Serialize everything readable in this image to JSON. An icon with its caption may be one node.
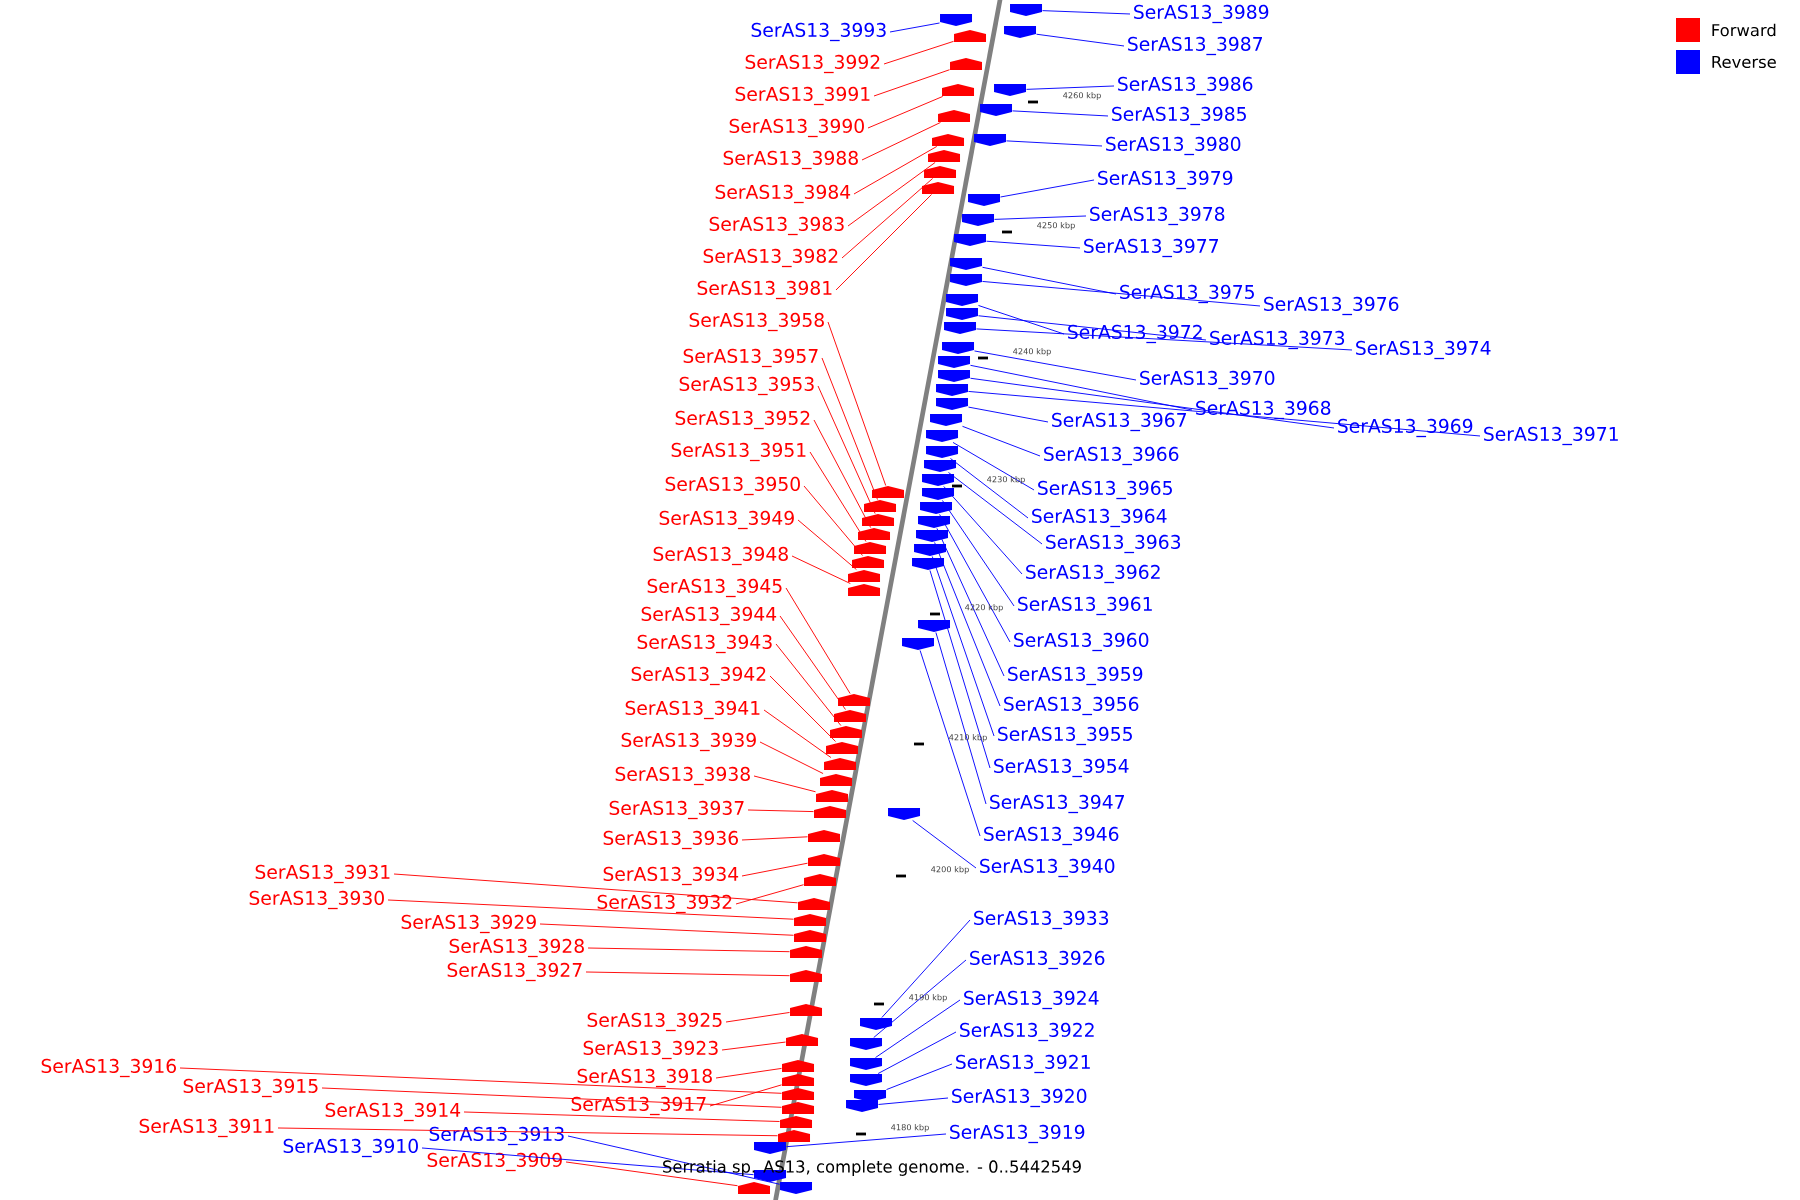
{
  "diagram": {
    "title": "Serratia sp. AS13, complete genome. - 0..5442549",
    "nodes": [
      {
        "text": [
          "SerAS13_3992"
        ]
      },
      {
        "text": [
          "SerAS13_3991"
        ]
      },
      {
        "text": [
          "SerAS13_3990"
        ]
      },
      {
        "text": [
          "SerAS13_3988"
        ]
      },
      {
        "text": [
          "SerAS13_3984"
        ]
      },
      {
        "text": [
          "SerAS13_3983"
        ]
      },
      {
        "text": [
          "SerAS13_3982"
        ]
      },
      {
        "text": [
          "SerAS13_3981"
        ]
      },
      {
        "text": [
          "SerAS13_3958"
        ]
      },
      {
        "text": [
          "SerAS13_3957"
        ]
      },
      {
        "text": [
          "SerAS13_3953"
        ]
      },
      {
        "text": [
          "SerAS13_3952"
        ]
      },
      {
        "text": [
          "SerAS13_3951"
        ]
      },
      {
        "text": [
          "SerAS13_3950"
        ]
      },
      {
        "text": [
          "SerAS13_3949"
        ]
      },
      {
        "text": [
          "SerAS13_3948"
        ]
      },
      {
        "text": [
          "SerAS13_3945"
        ]
      },
      {
        "text": [
          "SerAS13_3944"
        ]
      },
      {
        "text": [
          "SerAS13_3943"
        ]
      },
      {
        "text": [
          "SerAS13_3942"
        ]
      },
      {
        "text": [
          "SerAS13_3941"
        ]
      },
      {
        "text": [
          "SerAS13_3939"
        ]
      },
      {
        "text": [
          "SerAS13_3938"
        ]
      },
      {
        "text": [
          "SerAS13_3937"
        ]
      },
      {
        "text": [
          "SerAS13_3936"
        ]
      },
      {
        "text": [
          "SerAS13_3934"
        ]
      },
      {
        "text": [
          "SerAS13_3932"
        ]
      },
      {
        "text": [
          "SerAS13_3931"
        ]
      },
      {
        "text": [
          "SerAS13_3930"
        ]
      },
      {
        "text": [
          "SerAS13_3929"
        ]
      },
      {
        "text": [
          "SerAS13_3928"
        ]
      },
      {
        "text": [
          "SerAS13_3927"
        ]
      },
      {
        "text": [
          "SerAS13_3925"
        ]
      },
      {
        "text": [
          "SerAS13_3923"
        ]
      },
      {
        "text": [
          "SerAS13_3918"
        ]
      },
      {
        "text": [
          "SerAS13_3917"
        ]
      },
      {
        "text": [
          "SerAS13_3916"
        ]
      },
      {
        "text": [
          "SerAS13_3915"
        ]
      },
      {
        "text": [
          "SerAS13_3914"
        ]
      },
      {
        "text": [
          "SerAS13_3911"
        ]
      },
      {
        "text": [
          "SerAS13_3909"
        ]
      },
      {
        "text": [
          "SerAS13_3993"
        ]
      },
      {
        "text": [
          "SerAS13_3989"
        ]
      },
      {
        "text": [
          "SerAS13_3987"
        ]
      },
      {
        "text": [
          "SerAS13_3986"
        ]
      },
      {
        "text": [
          "SerAS13_3985"
        ]
      },
      {
        "text": [
          "SerAS13_3980"
        ]
      },
      {
        "text": [
          "SerAS13_3979"
        ]
      },
      {
        "text": [
          "SerAS13_3978"
        ]
      },
      {
        "text": [
          "SerAS13_3977"
        ]
      },
      {
        "text": [
          "SerAS13_3975"
        ]
      },
      {
        "text": [
          "SerAS13_3976"
        ]
      },
      {
        "text": [
          "SerAS13_3972"
        ]
      },
      {
        "text": [
          "SerAS13_3973"
        ]
      },
      {
        "text": [
          "SerAS13_3974"
        ]
      },
      {
        "text": [
          "SerAS13_3970"
        ]
      },
      {
        "text": [
          "SerAS13_3968"
        ]
      },
      {
        "text": [
          "SerAS13_3969"
        ]
      },
      {
        "text": [
          "SerAS13_3971"
        ]
      },
      {
        "text": [
          "SerAS13_3967"
        ]
      },
      {
        "text": [
          "SerAS13_3966"
        ]
      },
      {
        "text": [
          "SerAS13_3965"
        ]
      },
      {
        "text": [
          "SerAS13_3964"
        ]
      },
      {
        "text": [
          "SerAS13_3963"
        ]
      },
      {
        "text": [
          "SerAS13_3962"
        ]
      },
      {
        "text": [
          "SerAS13_3961"
        ]
      },
      {
        "text": [
          "SerAS13_3960"
        ]
      },
      {
        "text": [
          "SerAS13_3959"
        ]
      },
      {
        "text": [
          "SerAS13_3956"
        ]
      },
      {
        "text": [
          "SerAS13_3955"
        ]
      },
      {
        "text": [
          "SerAS13_3954"
        ]
      },
      {
        "text": [
          "SerAS13_3947"
        ]
      },
      {
        "text": [
          "SerAS13_3946"
        ]
      },
      {
        "text": [
          "SerAS13_3940"
        ]
      },
      {
        "text": [
          "SerAS13_3933"
        ]
      },
      {
        "text": [
          "SerAS13_3926"
        ]
      },
      {
        "text": [
          "SerAS13_3924"
        ]
      },
      {
        "text": [
          "SerAS13_3922"
        ]
      },
      {
        "text": [
          "SerAS13_3921"
        ]
      },
      {
        "text": [
          "SerAS13_3920"
        ]
      },
      {
        "text": [
          "SerAS13_3919"
        ]
      },
      {
        "text": [
          "SerAS13_3913"
        ]
      },
      {
        "text": [
          "SerAS13_3910"
        ]
      },
      {
        "text": [],
        "shape": "arrow"
      },
      {
        "text": [],
        "shape": "arrow"
      },
      {
        "text": [],
        "shape": "arrow"
      },
      {
        "text": [],
        "shape": "arrow"
      },
      {
        "text": [],
        "shape": "arrow"
      },
      {
        "text": [],
        "shape": "arrow"
      },
      {
        "text": [],
        "shape": "arrow"
      },
      {
        "text": [],
        "shape": "arrow"
      },
      {
        "text": [],
        "shape": "arrow"
      },
      {
        "text": [],
        "shape": "arrow"
      },
      {
        "text": [],
        "shape": "arrow"
      },
      {
        "text": [],
        "shape": "arrow"
      },
      {
        "text": [],
        "shape": "arrow"
      },
      {
        "text": [],
        "shape": "arrow"
      },
      {
        "text": [],
        "shape": "arrow"
      },
      {
        "text": [],
        "shape": "arrow"
      },
      {
        "text": [],
        "shape": "arrow"
      },
      {
        "text": [],
        "shape": "arrow"
      },
      {
        "text": [],
        "shape": "arrow"
      },
      {
        "text": [],
        "shape": "arrow"
      },
      {
        "text": [],
        "shape": "arrow"
      },
      {
        "text": [],
        "shape": "arrow"
      },
      {
        "text": [],
        "shape": "arrow"
      },
      {
        "text": [],
        "shape": "arrow"
      },
      {
        "text": [],
        "shape": "arrow"
      },
      {
        "text": [],
        "shape": "arrow"
      },
      {
        "text": [],
        "shape": "arrow"
      },
      {
        "text": [],
        "shape": "arrow"
      },
      {
        "text": [],
        "shape": "arrow"
      },
      {
        "text": [],
        "shape": "arrow"
      },
      {
        "text": [],
        "shape": "arrow"
      },
      {
        "text": [],
        "shape": "arrow"
      },
      {
        "text": [],
        "shape": "arrow"
      },
      {
        "text": [],
        "shape": "arrow"
      },
      {
        "text": [],
        "shape": "arrow"
      },
      {
        "text": [],
        "shape": "arrow"
      },
      {
        "text": [],
        "shape": "arrow"
      },
      {
        "text": [],
        "shape": "arrow"
      },
      {
        "text": [],
        "shape": "arrow"
      },
      {
        "text": [],
        "shape": "arrow"
      },
      {
        "text": [],
        "shape": "arrow"
      },
      {
        "text": [],
        "shape": "arrow"
      },
      {
        "text": [],
        "shape": "arrow"
      },
      {
        "text": [],
        "shape": "arrow"
      },
      {
        "text": [],
        "shape": "arrow"
      },
      {
        "text": [],
        "shape": "arrow"
      },
      {
        "text": [],
        "shape": "arrow"
      },
      {
        "text": [],
        "shape": "arrow"
      },
      {
        "text": [],
        "shape": "arrow"
      },
      {
        "text": [],
        "shape": "arrow"
      },
      {
        "text": [],
        "shape": "arrow"
      },
      {
        "text": [],
        "shape": "arrow"
      },
      {
        "text": [],
        "shape": "arrow"
      },
      {
        "text": [],
        "shape": "arrow"
      },
      {
        "text": [],
        "shape": "arrow"
      },
      {
        "text": [],
        "shape": "arrow"
      },
      {
        "text": [],
        "shape": "arrow"
      },
      {
        "text": [],
        "shape": "arrow"
      },
      {
        "text": [],
        "shape": "arrow"
      },
      {
        "text": [],
        "shape": "arrow"
      },
      {
        "text": [],
        "shape": "arrow"
      },
      {
        "text": [],
        "shape": "arrow"
      },
      {
        "text": [],
        "shape": "arrow"
      },
      {
        "text": [],
        "shape": "arrow"
      },
      {
        "text": [],
        "shape": "arrow"
      },
      {
        "text": [],
        "shape": "arrow"
      },
      {
        "text": [],
        "shape": "arrow"
      },
      {
        "text": [],
        "shape": "arrow"
      },
      {
        "text": [],
        "shape": "arrow"
      },
      {
        "text": [],
        "shape": "arrow"
      },
      {
        "text": [],
        "shape": "arrow"
      },
      {
        "text": [],
        "shape": "arrow"
      },
      {
        "text": [],
        "shape": "arrow"
      },
      {
        "text": [],
        "shape": "arrow"
      },
      {
        "text": [],
        "shape": "arrow"
      },
      {
        "text": [],
        "shape": "arrow"
      },
      {
        "text": [],
        "shape": "arrow"
      },
      {
        "text": [],
        "shape": "arrow"
      },
      {
        "text": [],
        "shape": "arrow"
      },
      {
        "text": [],
        "shape": "arrow"
      },
      {
        "text": [],
        "shape": "arrow"
      },
      {
        "text": [],
        "shape": "arrow"
      },
      {
        "text": [],
        "shape": "arrow"
      }
    ],
    "edges": [
      {
        "from": 0,
        "to": 83,
        "arrow": "none",
        "color": "#ff0000"
      },
      {
        "from": 1,
        "to": 84,
        "arrow": "none",
        "color": "#ff0000"
      },
      {
        "from": 2,
        "to": 85,
        "arrow": "none",
        "color": "#ff0000"
      },
      {
        "from": 3,
        "to": 86,
        "arrow": "none",
        "color": "#ff0000"
      },
      {
        "from": 4,
        "to": 87,
        "arrow": "none",
        "color": "#ff0000"
      },
      {
        "from": 5,
        "to": 88,
        "arrow": "none",
        "color": "#ff0000"
      },
      {
        "from": 6,
        "to": 89,
        "arrow": "none",
        "color": "#ff0000"
      },
      {
        "from": 7,
        "to": 90,
        "arrow": "none",
        "color": "#ff0000"
      },
      {
        "from": 8,
        "to": 91,
        "arrow": "none",
        "color": "#ff0000"
      },
      {
        "from": 9,
        "to": 92,
        "arrow": "none",
        "color": "#ff0000"
      },
      {
        "from": 10,
        "to": 93,
        "arrow": "none",
        "color": "#ff0000"
      },
      {
        "from": 11,
        "to": 94,
        "arrow": "none",
        "color": "#ff0000"
      },
      {
        "from": 12,
        "to": 95,
        "arrow": "none",
        "color": "#ff0000"
      },
      {
        "from": 13,
        "to": 96,
        "arrow": "none",
        "color": "#ff0000"
      },
      {
        "from": 14,
        "to": 97,
        "arrow": "none",
        "color": "#ff0000"
      },
      {
        "from": 15,
        "to": 98,
        "arrow": "none",
        "color": "#ff0000"
      },
      {
        "from": 16,
        "to": 99,
        "arrow": "none",
        "color": "#ff0000"
      },
      {
        "from": 17,
        "to": 100,
        "arrow": "none",
        "color": "#ff0000"
      },
      {
        "from": 18,
        "to": 101,
        "arrow": "none",
        "color": "#ff0000"
      },
      {
        "from": 19,
        "to": 102,
        "arrow": "none",
        "color": "#ff0000"
      },
      {
        "from": 20,
        "to": 103,
        "arrow": "none",
        "color": "#ff0000"
      },
      {
        "from": 21,
        "to": 104,
        "arrow": "none",
        "color": "#ff0000"
      },
      {
        "from": 22,
        "to": 105,
        "arrow": "none",
        "color": "#ff0000"
      },
      {
        "from": 23,
        "to": 106,
        "arrow": "none",
        "color": "#ff0000"
      },
      {
        "from": 24,
        "to": 107,
        "arrow": "none",
        "color": "#ff0000"
      },
      {
        "from": 25,
        "to": 108,
        "arrow": "none",
        "color": "#ff0000"
      },
      {
        "from": 26,
        "to": 109,
        "arrow": "none",
        "color": "#ff0000"
      },
      {
        "from": 27,
        "to": 110,
        "arrow": "none",
        "color": "#ff0000"
      },
      {
        "from": 28,
        "to": 111,
        "arrow": "none",
        "color": "#ff0000"
      },
      {
        "from": 29,
        "to": 112,
        "arrow": "none",
        "color": "#ff0000"
      },
      {
        "from": 30,
        "to": 113,
        "arrow": "none",
        "color": "#ff0000"
      },
      {
        "from": 31,
        "to": 114,
        "arrow": "none",
        "color": "#ff0000"
      },
      {
        "from": 32,
        "to": 115,
        "arrow": "none",
        "color": "#ff0000"
      },
      {
        "from": 33,
        "to": 116,
        "arrow": "none",
        "color": "#ff0000"
      },
      {
        "from": 34,
        "to": 117,
        "arrow": "none",
        "color": "#ff0000"
      },
      {
        "from": 35,
        "to": 118,
        "arrow": "none",
        "color": "#ff0000"
      },
      {
        "from": 36,
        "to": 119,
        "arrow": "none",
        "color": "#ff0000"
      },
      {
        "from": 37,
        "to": 120,
        "arrow": "none",
        "color": "#ff0000"
      },
      {
        "from": 38,
        "to": 121,
        "arrow": "none",
        "color": "#ff0000"
      },
      {
        "from": 39,
        "to": 122,
        "arrow": "none",
        "color": "#ff0000"
      },
      {
        "from": 40,
        "to": 123,
        "arrow": "none",
        "color": "#ff0000"
      },
      {
        "from": 41,
        "to": 124,
        "arrow": "none",
        "color": "#0000ff"
      },
      {
        "from": 42,
        "to": 125,
        "arrow": "none",
        "color": "#0000ff"
      },
      {
        "from": 43,
        "to": 126,
        "arrow": "none",
        "color": "#0000ff"
      },
      {
        "from": 44,
        "to": 127,
        "arrow": "none",
        "color": "#0000ff"
      },
      {
        "from": 45,
        "to": 128,
        "arrow": "none",
        "color": "#0000ff"
      },
      {
        "from": 46,
        "to": 129,
        "arrow": "none",
        "color": "#0000ff"
      },
      {
        "from": 47,
        "to": 130,
        "arrow": "none",
        "color": "#0000ff"
      },
      {
        "from": 48,
        "to": 131,
        "arrow": "none",
        "color": "#0000ff"
      },
      {
        "from": 49,
        "to": 132,
        "arrow": "none",
        "color": "#0000ff"
      },
      {
        "from": 50,
        "to": 133,
        "arrow": "none",
        "color": "#0000ff"
      },
      {
        "from": 51,
        "to": 134,
        "arrow": "none",
        "color": "#0000ff"
      },
      {
        "from": 52,
        "to": 135,
        "arrow": "none",
        "color": "#0000ff"
      },
      {
        "from": 53,
        "to": 136,
        "arrow": "none",
        "color": "#0000ff"
      },
      {
        "from": 54,
        "to": 137,
        "arrow": "none",
        "color": "#0000ff"
      },
      {
        "from": 55,
        "to": 138,
        "arrow": "none",
        "color": "#0000ff"
      },
      {
        "from": 56,
        "to": 139,
        "arrow": "none",
        "color": "#0000ff"
      },
      {
        "from": 57,
        "to": 140,
        "arrow": "none",
        "color": "#0000ff"
      },
      {
        "from": 58,
        "to": 141,
        "arrow": "none",
        "color": "#0000ff"
      },
      {
        "from": 59,
        "to": 142,
        "arrow": "none",
        "color": "#0000ff"
      },
      {
        "from": 60,
        "to": 143,
        "arrow": "none",
        "color": "#0000ff"
      },
      {
        "from": 61,
        "to": 144,
        "arrow": "none",
        "color": "#0000ff"
      },
      {
        "from": 62,
        "to": 145,
        "arrow": "none",
        "color": "#0000ff"
      },
      {
        "from": 63,
        "to": 146,
        "arrow": "none",
        "color": "#0000ff"
      },
      {
        "from": 64,
        "to": 147,
        "arrow": "none",
        "color": "#0000ff"
      },
      {
        "from": 65,
        "to": 148,
        "arrow": "none",
        "color": "#0000ff"
      },
      {
        "from": 66,
        "to": 149,
        "arrow": "none",
        "color": "#0000ff"
      },
      {
        "from": 67,
        "to": 150,
        "arrow": "none",
        "color": "#0000ff"
      },
      {
        "from": 68,
        "to": 151,
        "arrow": "none",
        "color": "#0000ff"
      },
      {
        "from": 69,
        "to": 152,
        "arrow": "none",
        "color": "#0000ff"
      },
      {
        "from": 70,
        "to": 153,
        "arrow": "none",
        "color": "#0000ff"
      },
      {
        "from": 71,
        "to": 154,
        "arrow": "none",
        "color": "#0000ff"
      },
      {
        "from": 72,
        "to": 155,
        "arrow": "none",
        "color": "#0000ff"
      },
      {
        "from": 73,
        "to": 156,
        "arrow": "none",
        "color": "#0000ff"
      },
      {
        "from": 74,
        "to": 157,
        "arrow": "none",
        "color": "#0000ff"
      },
      {
        "from": 75,
        "to": 158,
        "arrow": "none",
        "color": "#0000ff"
      },
      {
        "from": 76,
        "to": 159,
        "arrow": "none",
        "color": "#0000ff"
      },
      {
        "from": 77,
        "to": 160,
        "arrow": "none",
        "color": "#0000ff"
      },
      {
        "from": 78,
        "to": 161,
        "arrow": "none",
        "color": "#0000ff"
      },
      {
        "from": 79,
        "to": 162,
        "arrow": "none",
        "color": "#0000ff"
      },
      {
        "from": 80,
        "to": 163,
        "arrow": "none",
        "color": "#0000ff"
      },
      {
        "from": 81,
        "to": 164,
        "arrow": "none",
        "color": "#0000ff"
      },
      {
        "from": 82,
        "to": 165,
        "arrow": "none",
        "color": "#0000ff"
      }
    ],
    "labels": [
      "4260 kbp",
      "4250 kbp",
      "4240 kbp",
      "4230 kbp",
      "4220 kbp",
      "4210 kbp",
      "4200 kbp",
      "4190 kbp",
      "4180 kbp"
    ],
    "legend": [
      {
        "text": "Forward",
        "color": "#ff0000"
      },
      {
        "text": "Reverse",
        "color": "#0000ff"
      }
    ]
  }
}
